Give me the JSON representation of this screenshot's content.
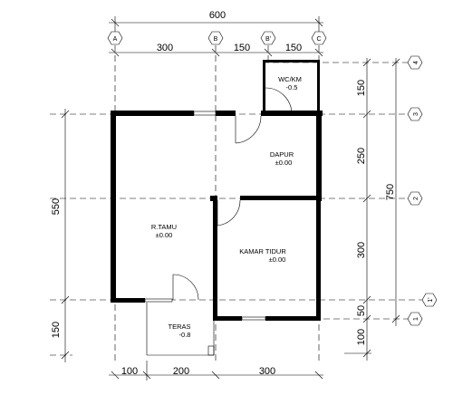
{
  "dimensions": {
    "top_total": "600",
    "top_segments": [
      "300",
      "150",
      "150"
    ],
    "bottom_segments": [
      "100",
      "200",
      "300"
    ],
    "left_total": "550",
    "left_bottom": "150",
    "right_total": "750",
    "right_segments": [
      "150",
      "250",
      "300",
      "50",
      "100"
    ]
  },
  "grid_markers": {
    "columns": [
      "A",
      "B",
      "B'",
      "C"
    ],
    "rows": [
      "4",
      "3",
      "2",
      "1'",
      "1"
    ]
  },
  "rooms": [
    {
      "name": "WC/KM",
      "level": "-0.5"
    },
    {
      "name": "DAPUR",
      "level": "±0.00"
    },
    {
      "name": "R.TAMU",
      "level": "±0.00"
    },
    {
      "name": "KAMAR TIDUR",
      "level": "±0.00"
    },
    {
      "name": "TERAS",
      "level": "-0.8"
    }
  ]
}
